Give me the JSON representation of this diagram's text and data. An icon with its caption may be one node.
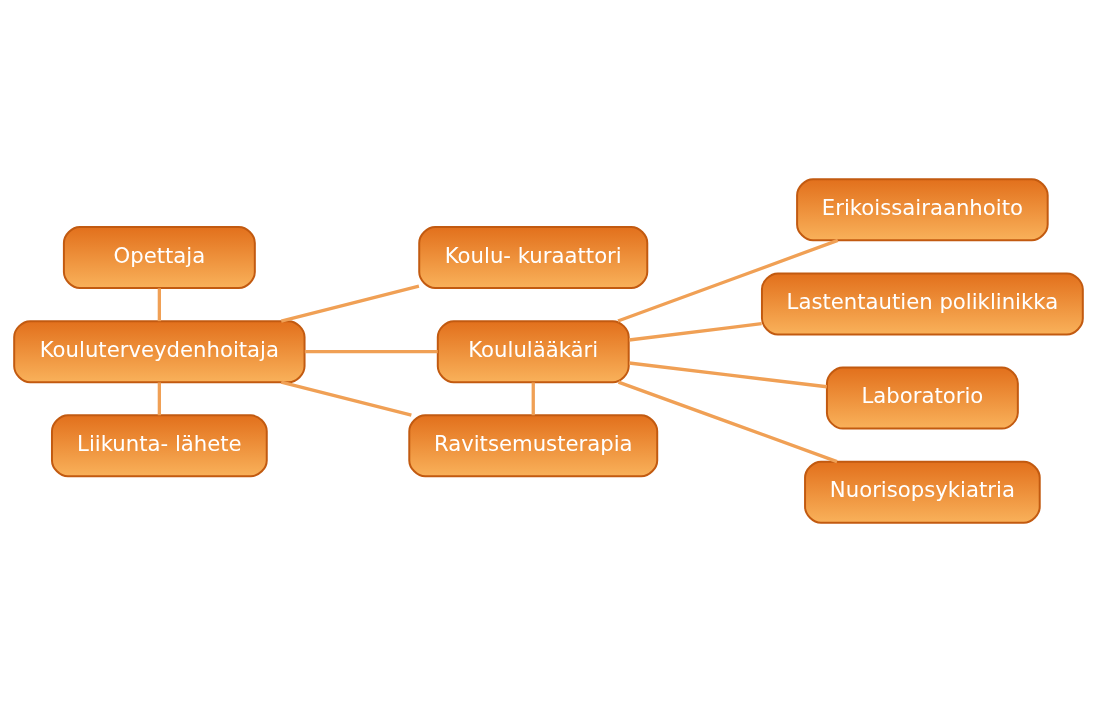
{
  "diagram": {
    "nodes": [
      {
        "text": [
          "Opettaja"
        ]
      },
      {
        "text": [
          "Kouluterveydenhoitaja"
        ]
      },
      {
        "text": [
          "Liikunta- lähete"
        ]
      },
      {
        "text": [
          "Koulu- kuraattori"
        ]
      },
      {
        "text": [
          "Koululääkäri"
        ]
      },
      {
        "text": [
          "Ravitsemusterapia"
        ]
      },
      {
        "text": [
          "Erikoissairaanhoito"
        ]
      },
      {
        "text": [
          "Lastentautien poliklinikka"
        ]
      },
      {
        "text": [
          "Laboratorio"
        ]
      },
      {
        "text": [
          "Nuorisopsykiatria"
        ]
      }
    ],
    "edges": [
      {
        "from": 0,
        "to": 1,
        "arrow": "none"
      },
      {
        "from": 1,
        "to": 2,
        "arrow": "none"
      },
      {
        "from": 1,
        "to": 3,
        "arrow": "none"
      },
      {
        "from": 1,
        "to": 4,
        "arrow": "none"
      },
      {
        "from": 1,
        "to": 5,
        "arrow": "none"
      },
      {
        "from": 4,
        "to": 5,
        "arrow": "none"
      },
      {
        "from": 4,
        "to": 6,
        "arrow": "none"
      },
      {
        "from": 4,
        "to": 7,
        "arrow": "none"
      },
      {
        "from": 4,
        "to": 8,
        "arrow": "none"
      },
      {
        "from": 4,
        "to": 9,
        "arrow": "none"
      }
    ]
  }
}
